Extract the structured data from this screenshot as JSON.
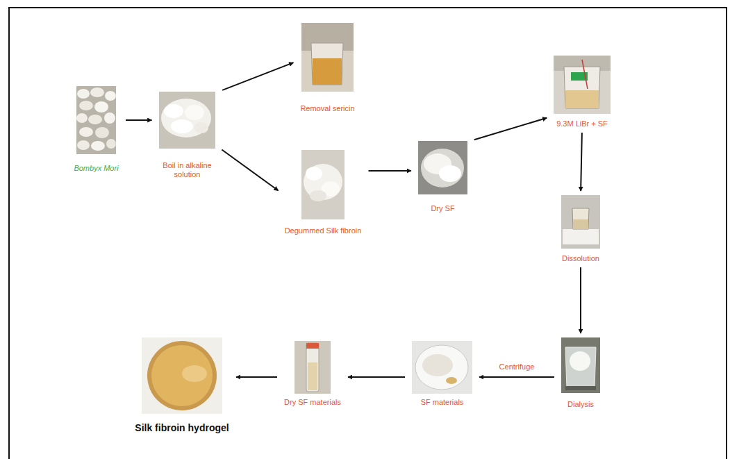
{
  "diagram": {
    "nodes": [
      {
        "text": [
          "Bombyx Mori"
        ]
      },
      {
        "text": [
          "Boil in alkaline solution"
        ]
      },
      {
        "text": [
          "Removal sericin"
        ]
      },
      {
        "text": [
          "Degummed Silk fibroin"
        ]
      },
      {
        "text": [
          "Dry SF"
        ]
      },
      {
        "text": [
          "9.3M LiBr + SF"
        ]
      },
      {
        "text": [
          "Dissolution"
        ]
      },
      {
        "text": [
          "Dialysis"
        ]
      },
      {
        "text": [
          "SF materials"
        ]
      },
      {
        "text": [
          "Dry SF materials"
        ]
      },
      {
        "text": [
          "Silk fibroin hydrogel"
        ]
      }
    ],
    "edges": [
      {
        "from": 0,
        "to": 1,
        "arrow": "to"
      },
      {
        "from": 1,
        "to": 2,
        "arrow": "to"
      },
      {
        "from": 1,
        "to": 3,
        "arrow": "to"
      },
      {
        "from": 3,
        "to": 4,
        "arrow": "to"
      },
      {
        "from": 4,
        "to": 5,
        "arrow": "to"
      },
      {
        "from": 5,
        "to": 6,
        "arrow": "to"
      },
      {
        "from": 6,
        "to": 7,
        "arrow": "to"
      },
      {
        "from": 7,
        "to": 8,
        "label": "Centrifuge",
        "arrow": "to"
      },
      {
        "from": 8,
        "to": 9,
        "arrow": "to"
      },
      {
        "from": 9,
        "to": 10,
        "arrow": "to"
      }
    ]
  }
}
